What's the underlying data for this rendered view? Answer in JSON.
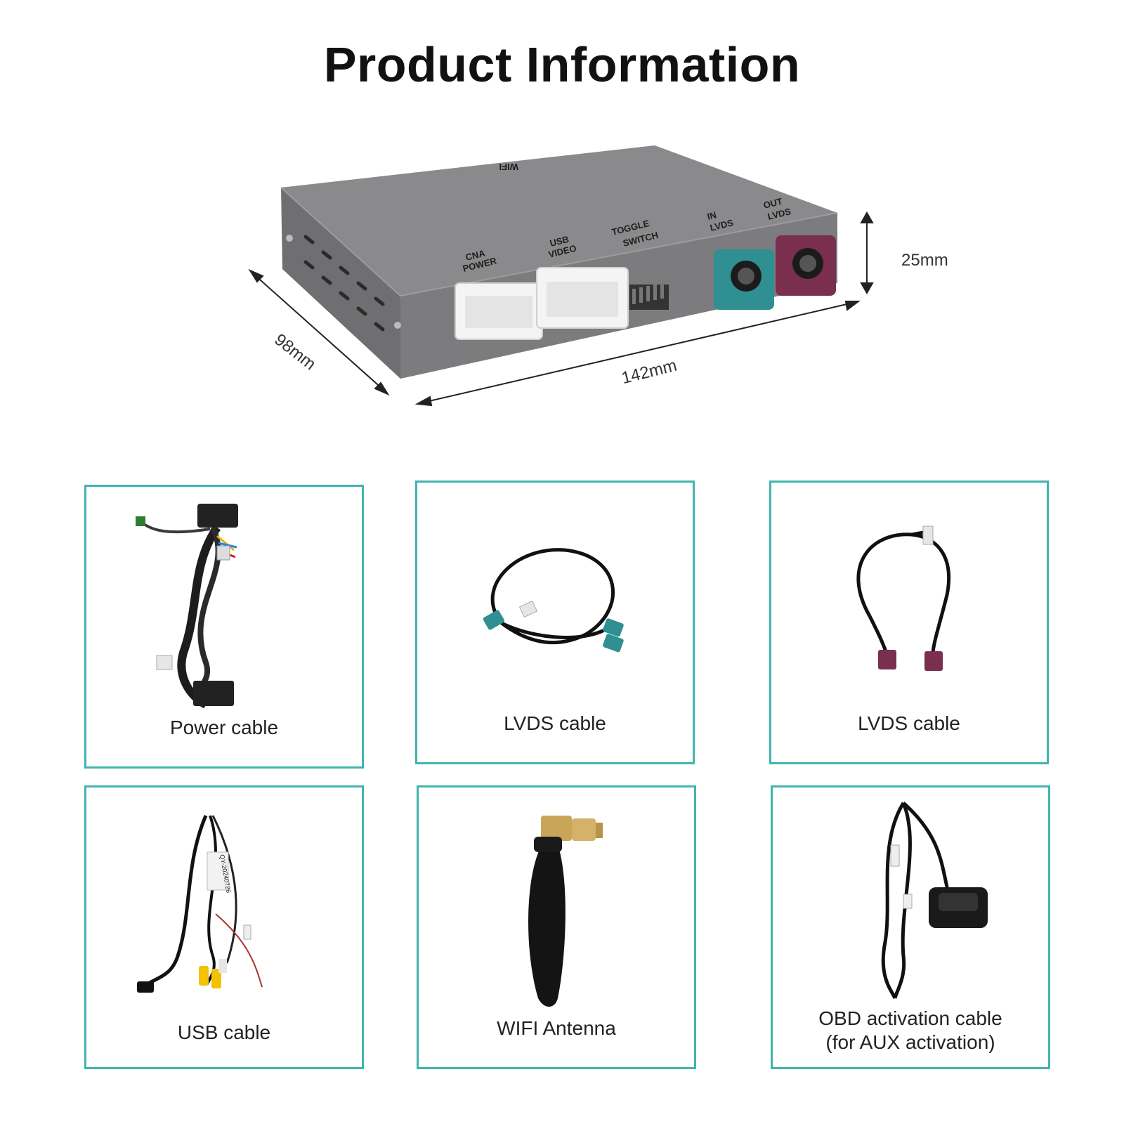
{
  "page": {
    "title": "Product Information"
  },
  "device": {
    "labels": {
      "wifi": "WIFI",
      "cna_power": [
        "CNA",
        "POWER"
      ],
      "usb_video": [
        "USB",
        "VIDEO"
      ],
      "toggle_switch": [
        "TOGGLE",
        "SWITCH"
      ],
      "in_lvds": [
        "IN",
        "LVDS"
      ],
      "out_lvds": [
        "OUT",
        "LVDS"
      ]
    },
    "dimensions": {
      "depth": "98mm",
      "width": "142mm",
      "height": "25mm"
    },
    "colors": {
      "body": "#7a7a7c",
      "teal_connector": "#2f8f92",
      "purple_connector": "#7a2f4f",
      "frame": "#3fb5ad"
    }
  },
  "accessories": [
    {
      "icon": "power-cable-icon",
      "label": "Power cable"
    },
    {
      "icon": "lvds-cable-teal-icon",
      "label": "LVDS cable"
    },
    {
      "icon": "lvds-cable-purple-icon",
      "label": "LVDS cable"
    },
    {
      "icon": "usb-cable-icon",
      "label": "USB cable"
    },
    {
      "icon": "wifi-antenna-icon",
      "label": "WIFI Antenna"
    },
    {
      "icon": "obd-cable-icon",
      "label": "OBD activation cable",
      "label2": "(for AUX activation)"
    },
    {
      "sticker_text": "QY-20240726"
    }
  ]
}
